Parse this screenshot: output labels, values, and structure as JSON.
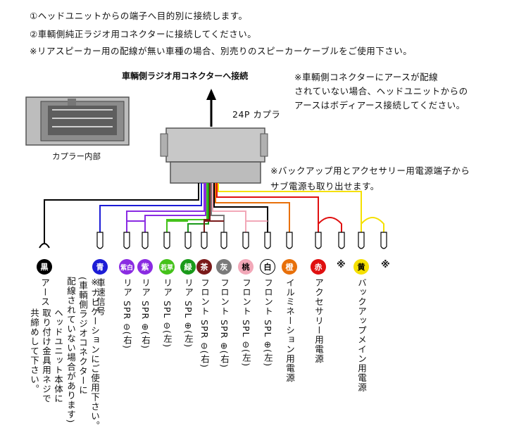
{
  "notes": {
    "line1": "①ヘッドユニットからの端子へ目的別に接続します。",
    "line2": "②車輌側純正ラジオ用コネクターに接続してください。",
    "line3": "※リアスピーカー用の配線が無い車種の場合、別売りのスピーカーケーブルをご使用下さい。"
  },
  "arrow_label": "車輌側ラジオ用コネクターへ接続",
  "coupler_label": "24P カプラ",
  "inside_label": "カプラー内部",
  "earth_note": [
    "※車輌側コネクターにアースが配線",
    "されていない場合、ヘッドユニットからの",
    "アースはボディアース接続してください。"
  ],
  "sub_power_note": [
    "※バックアップ用とアクセサリー用電源端子から",
    "サブ電源も取り出せます。"
  ],
  "wires": [
    {
      "badge": "黒",
      "color": "#000000",
      "text_color": "#ffffff",
      "label": "アース"
    },
    {
      "badge": "青",
      "color": "#1c1cd6",
      "text_color": "#ffffff",
      "label": "車速信号"
    },
    {
      "badge": "紫白",
      "color": "#8a2be2",
      "text_color": "#ffffff",
      "label": "リア SPR ⊖(右)"
    },
    {
      "badge": "紫",
      "color": "#8a2be2",
      "text_color": "#ffffff",
      "label": "リア SPR ⊕(右)"
    },
    {
      "badge": "若草",
      "color": "#44c21a",
      "text_color": "#ffffff",
      "label": "リア SPL ⊖(左)"
    },
    {
      "badge": "緑",
      "color": "#1a9a1a",
      "text_color": "#ffffff",
      "label": "リア SPL ⊕(左)"
    },
    {
      "badge": "茶",
      "color": "#7a1a1a",
      "text_color": "#ffffff",
      "label": "フロント SPR ⊖(右)"
    },
    {
      "badge": "灰",
      "color": "#7a7a7a",
      "text_color": "#ffffff",
      "label": "フロント SPR ⊕(右)"
    },
    {
      "badge": "桃",
      "color": "#f2a8b8",
      "text_color": "#000000",
      "label": "フロント SPL ⊖(左)"
    },
    {
      "badge": "白",
      "color": "#ffffff",
      "text_color": "#000000",
      "label": "フロント SPL ⊕(左)"
    },
    {
      "badge": "橙",
      "color": "#e8700a",
      "text_color": "#ffffff",
      "label": "イルミネーション用電源"
    },
    {
      "badge": "赤",
      "color": "#e01010",
      "text_color": "#ffffff",
      "label": "アクセサリー用電源"
    },
    {
      "badge": "黄",
      "color": "#f5e000",
      "text_color": "#000000",
      "label": "バックアップメイン用電源"
    }
  ],
  "asterisk": "※",
  "earth_extra": [
    "ヘッドユニット本体に",
    "取り付け金具用ネジで",
    "共締めして下さい。"
  ],
  "speed_extra": [
    "※ナビゲーションにご使用下さい。",
    "(車輌側ラジオコネクターに",
    "配線されていない場合があります)"
  ],
  "colors": {
    "line": "#000000",
    "coupler": "#c8c8c8",
    "coupler_stroke": "#555555"
  }
}
